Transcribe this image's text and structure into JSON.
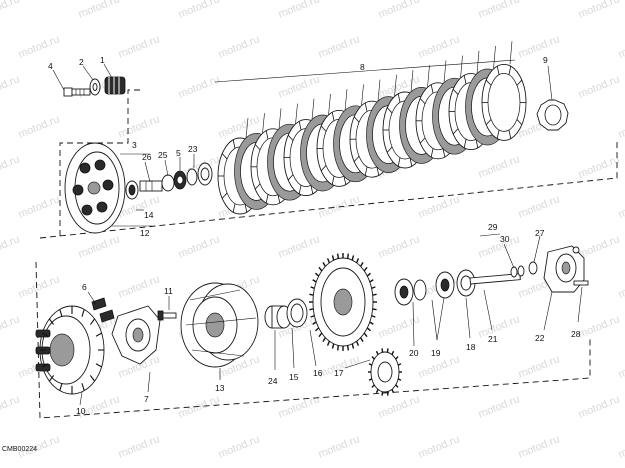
{
  "watermark": "motod.ru",
  "diagram_code": "CMB00224",
  "callouts": [
    {
      "id": "c1",
      "text": "1"
    },
    {
      "id": "c2",
      "text": "2"
    },
    {
      "id": "c3",
      "text": "3"
    },
    {
      "id": "c4",
      "text": "4"
    },
    {
      "id": "c5",
      "text": "5"
    },
    {
      "id": "c6",
      "text": "6"
    },
    {
      "id": "c7",
      "text": "7"
    },
    {
      "id": "c8",
      "text": "8"
    },
    {
      "id": "c9",
      "text": "9"
    },
    {
      "id": "c10",
      "text": "10"
    },
    {
      "id": "c11",
      "text": "11"
    },
    {
      "id": "c12",
      "text": "12"
    },
    {
      "id": "c13",
      "text": "13"
    },
    {
      "id": "c14",
      "text": "14"
    },
    {
      "id": "c15",
      "text": "15"
    },
    {
      "id": "c16",
      "text": "16"
    },
    {
      "id": "c17",
      "text": "17"
    },
    {
      "id": "c18",
      "text": "18"
    },
    {
      "id": "c19",
      "text": "19"
    },
    {
      "id": "c20",
      "text": "20"
    },
    {
      "id": "c21",
      "text": "21"
    },
    {
      "id": "c22",
      "text": "22"
    },
    {
      "id": "c23",
      "text": "23"
    },
    {
      "id": "c24",
      "text": "24"
    },
    {
      "id": "c25",
      "text": "25"
    },
    {
      "id": "c26",
      "text": "26"
    },
    {
      "id": "c27",
      "text": "27"
    },
    {
      "id": "c28",
      "text": "28"
    },
    {
      "id": "c29",
      "text": "29"
    },
    {
      "id": "c30",
      "text": "30"
    }
  ]
}
